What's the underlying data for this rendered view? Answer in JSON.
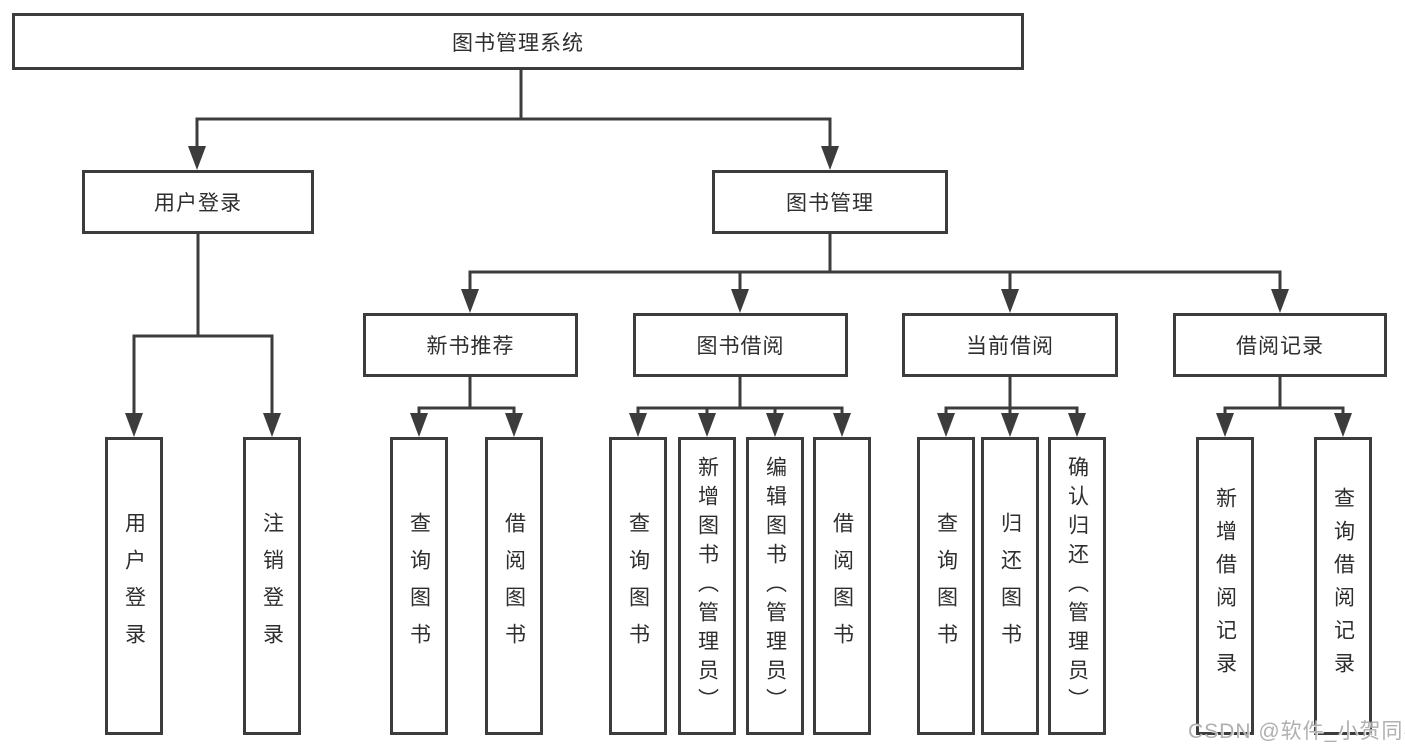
{
  "diagram": {
    "root": {
      "label": "图书管理系统"
    },
    "branches": [
      {
        "label": "用户登录",
        "children": [
          {
            "label": "用户登录"
          },
          {
            "label": "注销登录"
          }
        ]
      },
      {
        "label": "图书管理",
        "children": [
          {
            "label": "新书推荐",
            "children": [
              {
                "label": "查询图书"
              },
              {
                "label": "借阅图书"
              }
            ]
          },
          {
            "label": "图书借阅",
            "children": [
              {
                "label": "查询图书"
              },
              {
                "label": "新增图书（管理员）"
              },
              {
                "label": "编辑图书（管理员）"
              },
              {
                "label": "借阅图书"
              }
            ]
          },
          {
            "label": "当前借阅",
            "children": [
              {
                "label": "查询图书"
              },
              {
                "label": "归还图书"
              },
              {
                "label": "确认归还（管理员）"
              }
            ]
          },
          {
            "label": "借阅记录",
            "children": [
              {
                "label": "新增借阅记录"
              },
              {
                "label": "查询借阅记录"
              }
            ]
          }
        ]
      }
    ]
  },
  "watermark": {
    "text": "CSDN @软件_小贺同学"
  },
  "colors": {
    "line": "#3c3c3c",
    "text": "#2e2e2e",
    "background": "#ffffff",
    "watermark": "#b0b0b0"
  }
}
